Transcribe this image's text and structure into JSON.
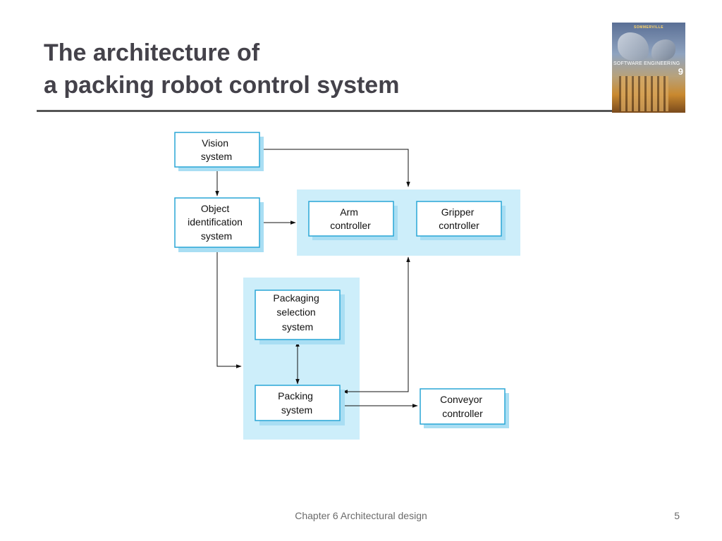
{
  "slide": {
    "title_line1": "The architecture of",
    "title_line2": "a packing robot control system"
  },
  "book": {
    "author": "SOMMERVILLE",
    "title": "SOFTWARE ENGINEERING",
    "edition": "9"
  },
  "diagram": {
    "nodes": {
      "vision": [
        "Vision",
        "system"
      ],
      "object_id": [
        "Object",
        "identification",
        "system"
      ],
      "arm": [
        "Arm",
        "controller"
      ],
      "gripper": [
        "Gripper",
        "controller"
      ],
      "packaging_selection": [
        "Packaging",
        "selection",
        "system"
      ],
      "packing": [
        "Packing",
        "system"
      ],
      "conveyor": [
        "Conveyor",
        "controller"
      ]
    },
    "colors": {
      "group_fill": "#cdeefa",
      "box_border": "#29a6d6",
      "box_shadow": "#a9def3",
      "arrow": "#111111"
    }
  },
  "footer": {
    "text": "Chapter 6 Architectural design",
    "page": "5"
  }
}
